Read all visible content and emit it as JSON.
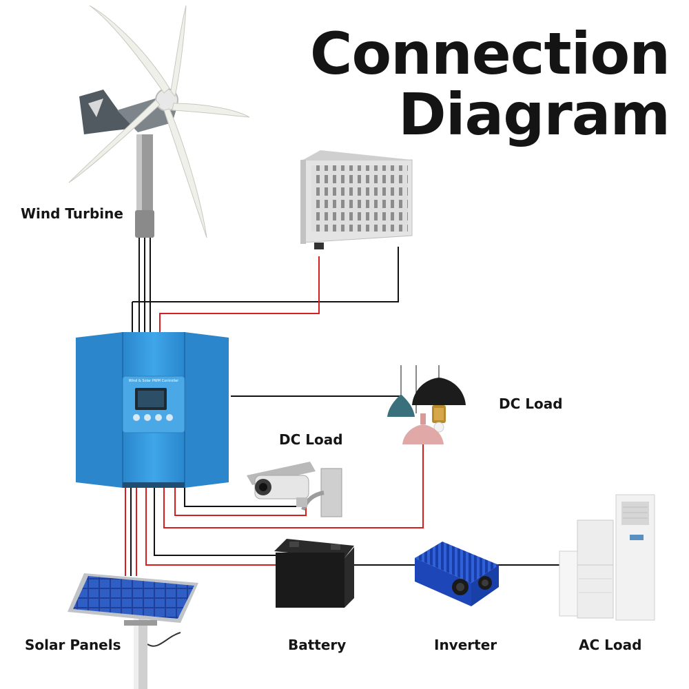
{
  "title": {
    "line1": "Connection",
    "line2": "Diagram"
  },
  "components": {
    "wind_turbine": "Wind Turbine",
    "dc_load_lamps": "DC Load",
    "dc_load_camera": "DC Load",
    "solar_panels": "Solar Panels",
    "battery": "Battery",
    "inverter": "Inverter",
    "ac_load": "AC Load"
  },
  "controller": {
    "panel_text": "Wind & Solar PWM Controller"
  },
  "colors": {
    "wire_positive": "#d71d1d",
    "wire_negative": "#111111",
    "controller_body": "#2f8fd4",
    "inverter_body": "#1f4fc8"
  }
}
